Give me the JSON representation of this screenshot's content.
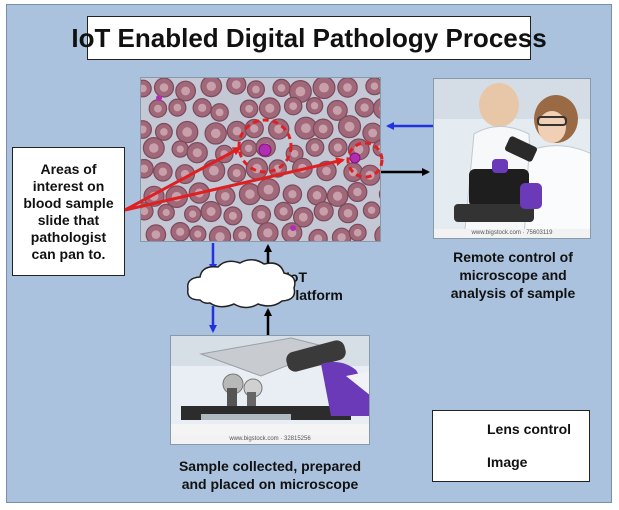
{
  "title": "IoT Enabled Digital Pathology Process",
  "callout": {
    "text": "Areas of\ninterest on\nblood sample\nslide that\npathologist\ncan pan to."
  },
  "platform_label": "IoT\nPlatform",
  "captions": {
    "remote": "Remote control of\nmicroscope and\nanalysis of sample",
    "sample": "Sample collected, prepared\nand placed on microscope"
  },
  "watermarks": {
    "lab_photo": "www.bigstock.com · 75603119",
    "microscope_photo": "www.bigstock.com · 32815256"
  },
  "legend": {
    "items": [
      {
        "label": "Lens control",
        "color": "#2233dd"
      },
      {
        "label": "Image",
        "color": "#000000"
      }
    ]
  },
  "colors": {
    "background": "#aac2de",
    "lens_control": "#2233dd",
    "image": "#000000",
    "highlight": "#e02020"
  },
  "icons": {
    "cloud": "cloud-icon"
  }
}
